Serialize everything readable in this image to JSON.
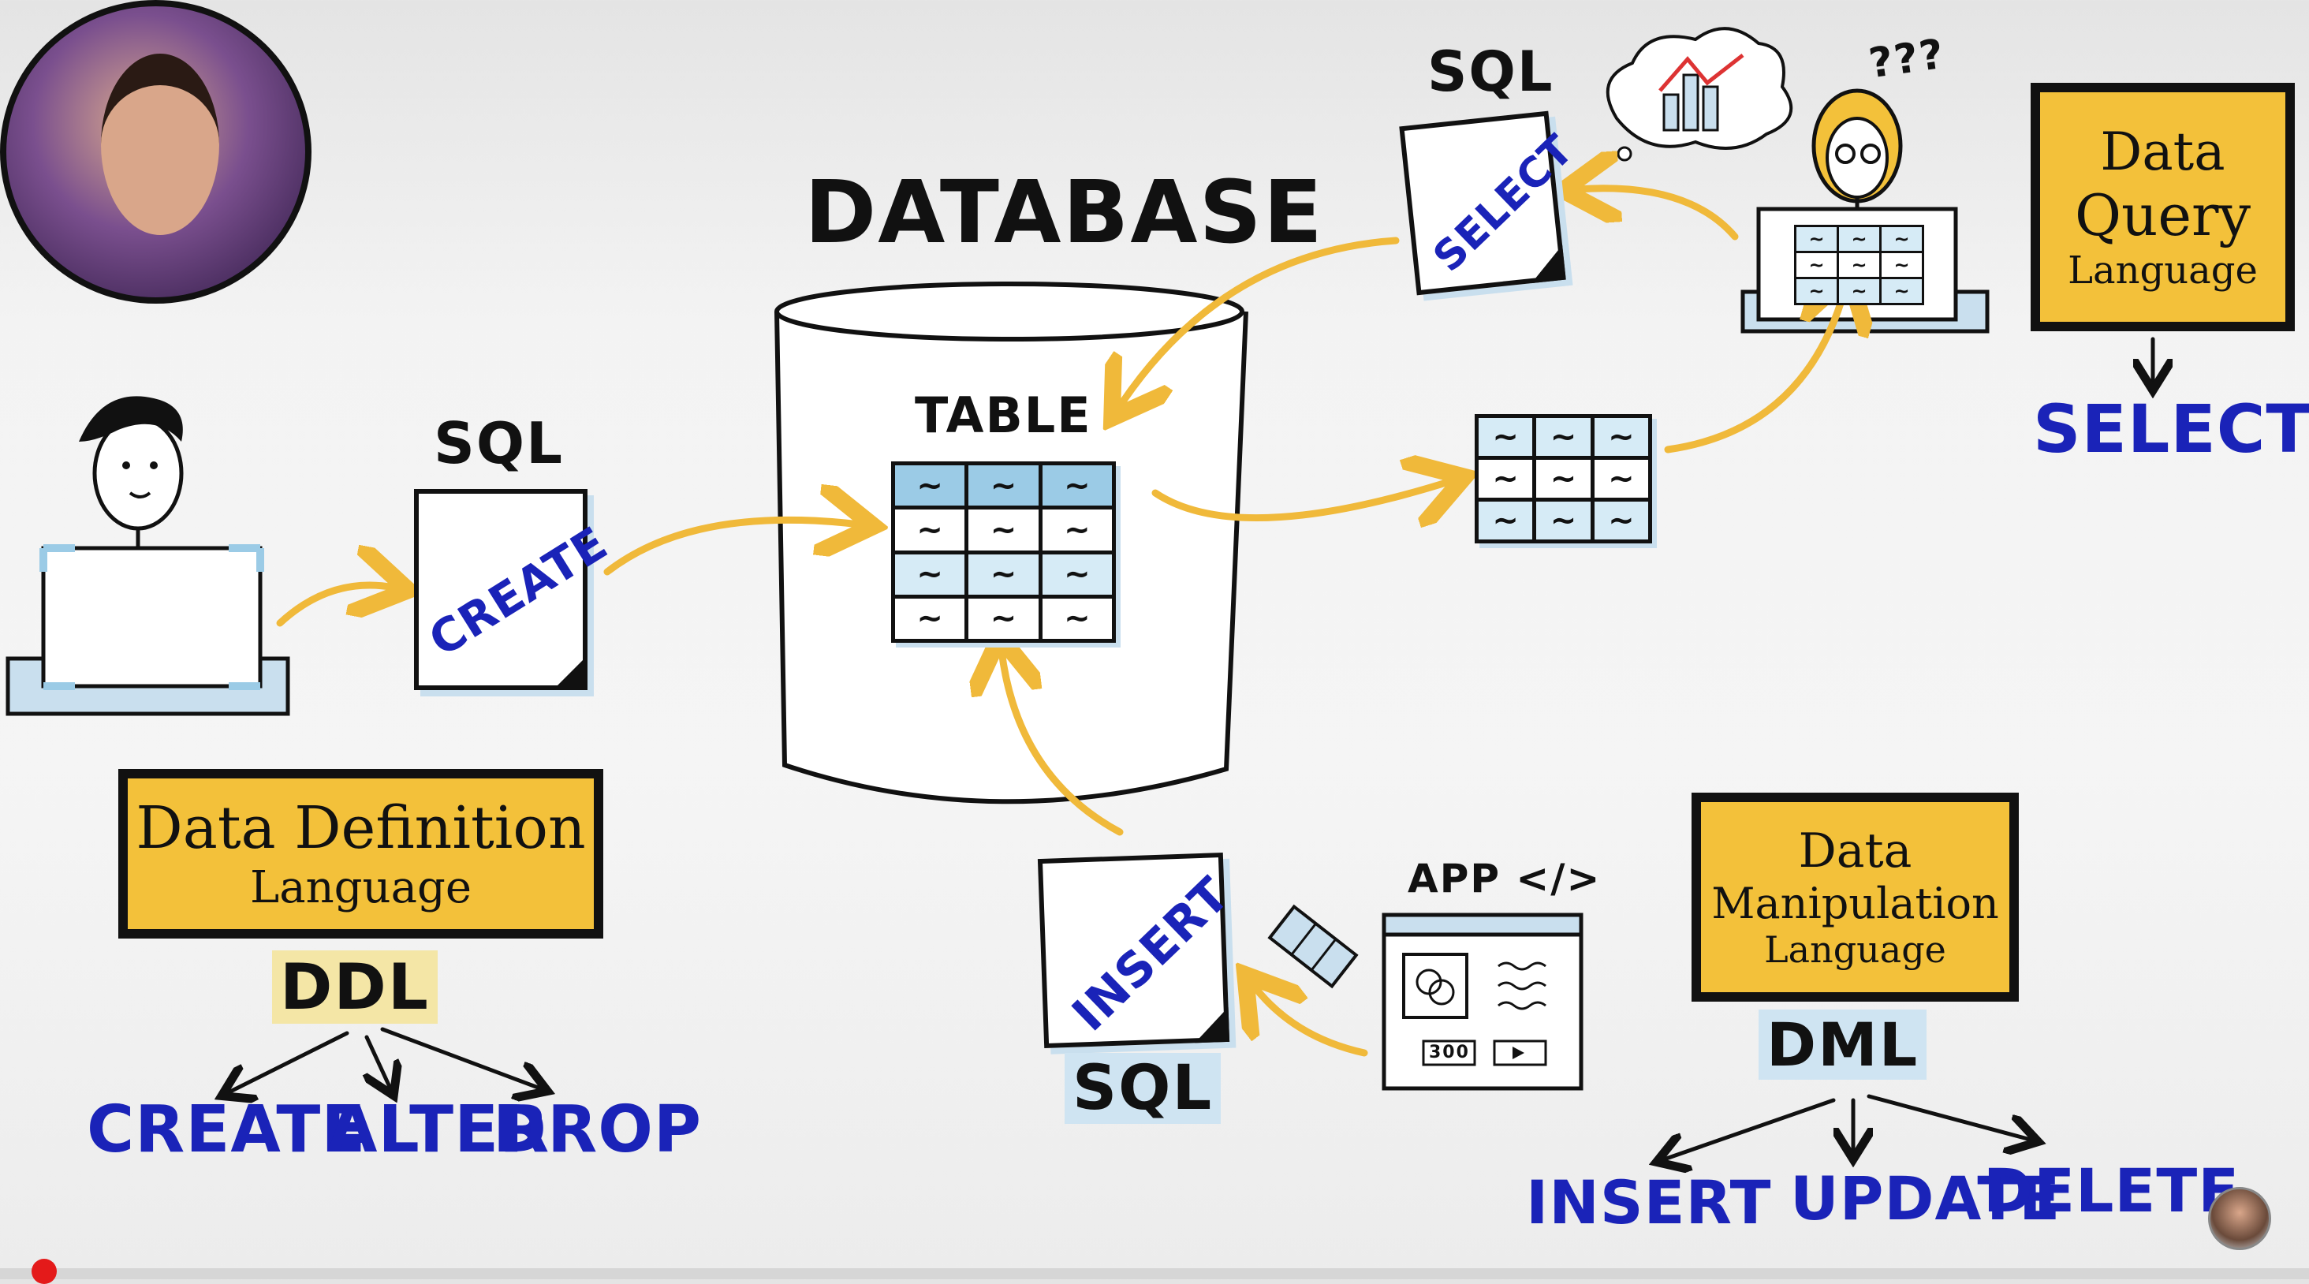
{
  "title": "DATABASE",
  "table_label": "TABLE",
  "sql_label": "SQL",
  "app_label": "APP </>",
  "price": "300",
  "question_marks": "???",
  "statements": {
    "create": "CREATE",
    "select": "SELECT",
    "insert": "INSERT"
  },
  "ddl": {
    "box_line1": "Data Definition",
    "box_line2": "Language",
    "abbr": "DDL",
    "commands": [
      "CREATE",
      "ALTER",
      "DROP"
    ]
  },
  "dql": {
    "box_line1": "Data",
    "box_line2": "Query",
    "box_line3": "Language",
    "command": "SELECT"
  },
  "dml": {
    "box_line1": "Data",
    "box_line2": "Manipulation",
    "box_line3": "Language",
    "abbr": "DML",
    "commands": [
      "INSERT",
      "UPDATE",
      "DELETE"
    ]
  },
  "table_cell": "~",
  "colors": {
    "yellow_box": "#f3c13a",
    "arrow": "#f0b93a",
    "blue_text": "#1a23b8",
    "table_head": "#9bcbe6"
  }
}
